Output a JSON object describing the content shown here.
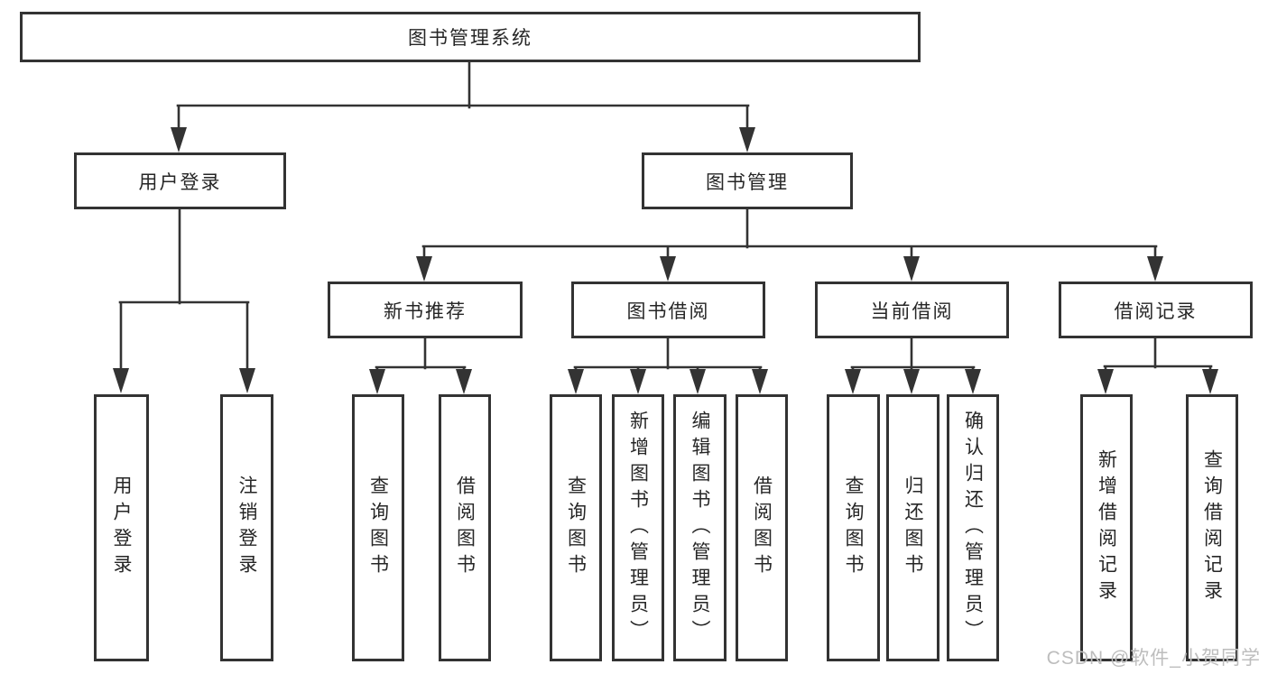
{
  "tree": {
    "root": {
      "label": "图书管理系统"
    },
    "level2": [
      {
        "label": "用户登录"
      },
      {
        "label": "图书管理"
      }
    ],
    "level3": [
      {
        "label": "新书推荐",
        "parent": "图书管理"
      },
      {
        "label": "图书借阅",
        "parent": "图书管理"
      },
      {
        "label": "当前借阅",
        "parent": "图书管理"
      },
      {
        "label": "借阅记录",
        "parent": "图书管理"
      }
    ],
    "leaves": [
      {
        "label": "用户登录",
        "parent": "用户登录"
      },
      {
        "label": "注销登录",
        "parent": "用户登录"
      },
      {
        "label": "查询图书",
        "parent": "新书推荐"
      },
      {
        "label": "借阅图书",
        "parent": "新书推荐"
      },
      {
        "label": "查询图书",
        "parent": "图书借阅"
      },
      {
        "label": "新增图书（管理员）",
        "parent": "图书借阅"
      },
      {
        "label": "编辑图书（管理员）",
        "parent": "图书借阅"
      },
      {
        "label": "借阅图书",
        "parent": "图书借阅"
      },
      {
        "label": "查询图书",
        "parent": "当前借阅"
      },
      {
        "label": "归还图书",
        "parent": "当前借阅"
      },
      {
        "label": "确认归还（管理员）",
        "parent": "当前借阅"
      },
      {
        "label": "新增借阅记录",
        "parent": "借阅记录"
      },
      {
        "label": "查询借阅记录",
        "parent": "借阅记录"
      }
    ]
  },
  "watermark": "CSDN @软件_小贺同学",
  "colors": {
    "line": "#333333",
    "box_border": "#333333",
    "text": "#262626",
    "watermark": "#bdbdbd",
    "background": "#ffffff"
  }
}
